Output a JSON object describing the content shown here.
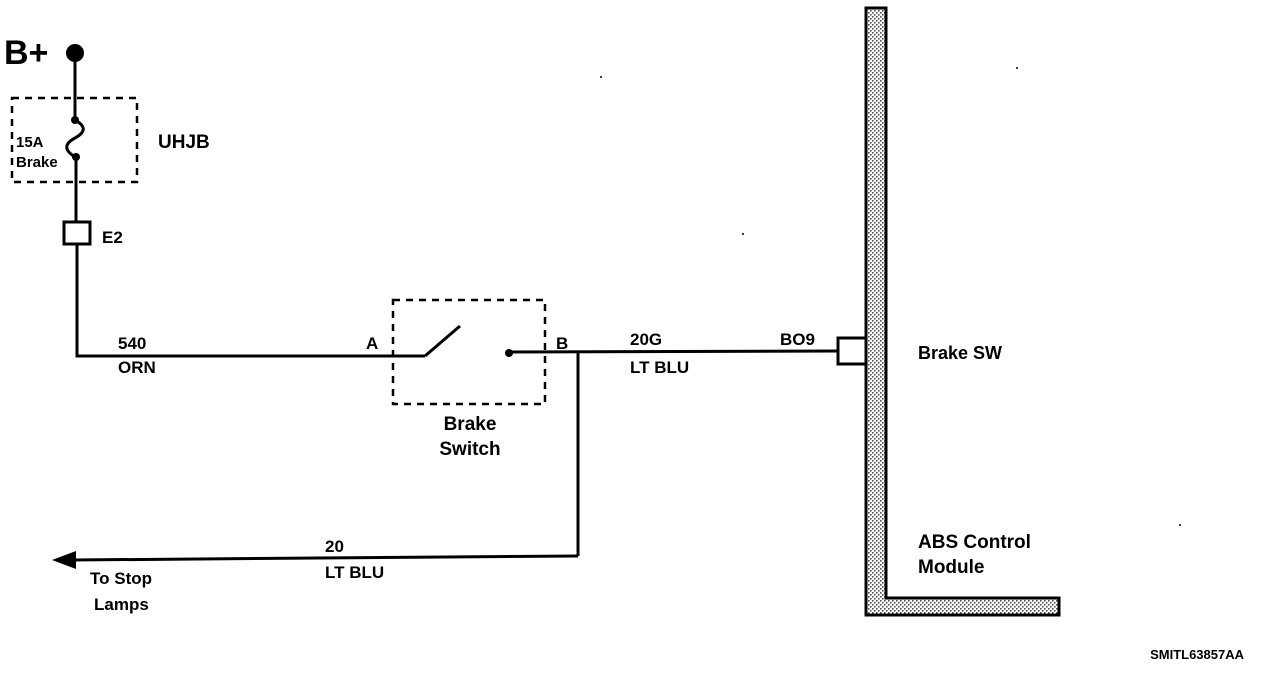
{
  "power": {
    "label": "B+"
  },
  "fuse": {
    "rating": "15A",
    "name": "Brake",
    "box_label": "UHJB"
  },
  "connector_e2": {
    "label": "E2"
  },
  "wire_540": {
    "number": "540",
    "color": "ORN"
  },
  "brake_switch": {
    "pin_a": "A",
    "pin_b": "B",
    "line1": "Brake",
    "line2": "Switch"
  },
  "wire_20g": {
    "number": "20G",
    "color": "LT BLU"
  },
  "wire_20": {
    "number": "20",
    "color": "LT BLU"
  },
  "stop_lamps": {
    "line1": "To Stop",
    "line2": "Lamps"
  },
  "abs_module": {
    "pin": "BO9",
    "pin_name": "Brake SW",
    "line1": "ABS Control",
    "line2": "Module"
  },
  "figure_id": "SMITL63857AA"
}
